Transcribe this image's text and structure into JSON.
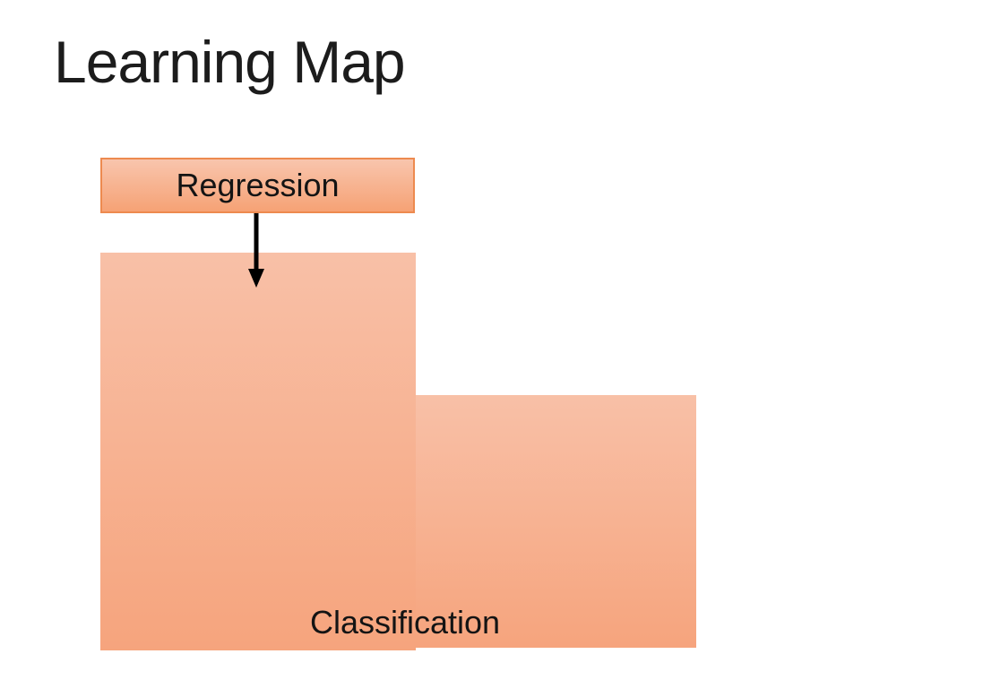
{
  "slide": {
    "title": "Learning Map"
  },
  "diagram": {
    "regression": {
      "label": "Regression"
    },
    "classification": {
      "label": "Classification"
    },
    "arrow": {
      "direction": "down"
    }
  },
  "colors": {
    "background": "#ffffff",
    "title_text": "#1c1c1c",
    "label_text": "#141414",
    "regression_fill_top": "#f8c5ad",
    "regression_fill_bottom": "#f6a275",
    "regression_border": "#ed8a4f",
    "area_fill_top": "#f8c0a7",
    "area_fill_bottom": "#f6a47d",
    "arrow": "#000000"
  }
}
